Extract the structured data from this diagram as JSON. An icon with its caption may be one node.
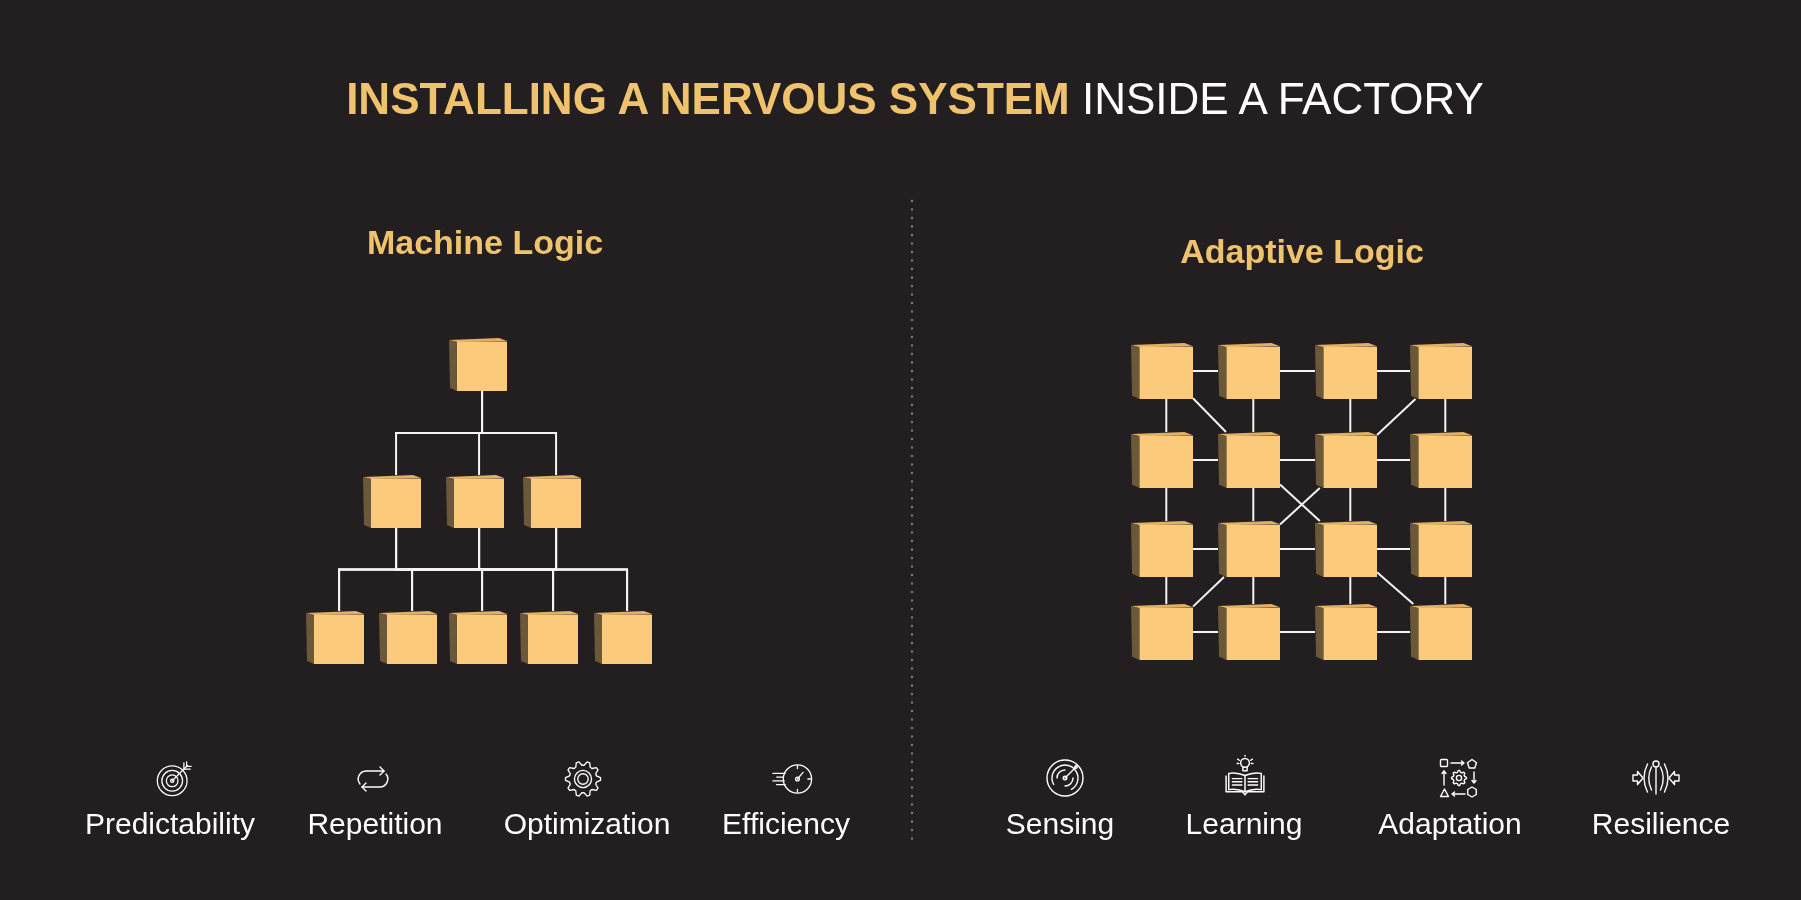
{
  "diagram": {
    "title": "**INSTALLING A NERVOUS SYSTEM** INSIDE A FACTORY",
    "nodes": [
      {
        "text": [],
        "shape": "cube"
      },
      {
        "text": [],
        "shape": "cube"
      },
      {
        "text": [],
        "shape": "cube"
      },
      {
        "text": [],
        "shape": "cube"
      },
      {
        "text": [],
        "shape": "cube"
      },
      {
        "text": [],
        "shape": "cube"
      },
      {
        "text": [],
        "shape": "cube"
      },
      {
        "text": [],
        "shape": "cube"
      },
      {
        "text": [],
        "shape": "cube"
      },
      {
        "text": [],
        "shape": "cube"
      },
      {
        "text": [],
        "shape": "cube"
      },
      {
        "text": [],
        "shape": "cube"
      },
      {
        "text": [],
        "shape": "cube"
      },
      {
        "text": [],
        "shape": "cube"
      },
      {
        "text": [],
        "shape": "cube"
      },
      {
        "text": [],
        "shape": "cube"
      },
      {
        "text": [],
        "shape": "cube"
      },
      {
        "text": [],
        "shape": "cube"
      },
      {
        "text": [],
        "shape": "cube"
      },
      {
        "text": [],
        "shape": "cube"
      },
      {
        "text": [],
        "shape": "cube"
      },
      {
        "text": [],
        "shape": "cube"
      },
      {
        "text": [],
        "shape": "cube"
      },
      {
        "text": [],
        "shape": "cube"
      },
      {
        "text": [],
        "shape": "cube"
      }
    ],
    "edges": [
      {
        "from": 0,
        "to": 1,
        "arrow": "none"
      },
      {
        "from": 0,
        "to": 2,
        "arrow": "none"
      },
      {
        "from": 0,
        "to": 3,
        "arrow": "none"
      },
      {
        "from": 1,
        "to": 4,
        "arrow": "none"
      },
      {
        "from": 1,
        "to": 5,
        "arrow": "none"
      },
      {
        "from": 1,
        "to": 6,
        "arrow": "none"
      },
      {
        "from": 1,
        "to": 7,
        "arrow": "none"
      },
      {
        "from": 1,
        "to": 8,
        "arrow": "none"
      },
      {
        "from": 2,
        "to": 4,
        "arrow": "none"
      },
      {
        "from": 2,
        "to": 5,
        "arrow": "none"
      },
      {
        "from": 2,
        "to": 6,
        "arrow": "none"
      },
      {
        "from": 2,
        "to": 7,
        "arrow": "none"
      },
      {
        "from": 2,
        "to": 8,
        "arrow": "none"
      },
      {
        "from": 3,
        "to": 4,
        "arrow": "none"
      },
      {
        "from": 3,
        "to": 5,
        "arrow": "none"
      },
      {
        "from": 3,
        "to": 6,
        "arrow": "none"
      },
      {
        "from": 3,
        "to": 7,
        "arrow": "none"
      },
      {
        "from": 3,
        "to": 8,
        "arrow": "none"
      },
      {
        "from": 9,
        "to": 10,
        "arrow": "none"
      },
      {
        "from": 10,
        "to": 11,
        "arrow": "none"
      },
      {
        "from": 11,
        "to": 12,
        "arrow": "none"
      },
      {
        "from": 13,
        "to": 14,
        "arrow": "none"
      },
      {
        "from": 14,
        "to": 15,
        "arrow": "none"
      },
      {
        "from": 15,
        "to": 16,
        "arrow": "none"
      },
      {
        "from": 17,
        "to": 18,
        "arrow": "none"
      },
      {
        "from": 18,
        "to": 19,
        "arrow": "none"
      },
      {
        "from": 19,
        "to": 20,
        "arrow": "none"
      },
      {
        "from": 21,
        "to": 22,
        "arrow": "none"
      },
      {
        "from": 22,
        "to": 23,
        "arrow": "none"
      },
      {
        "from": 23,
        "to": 24,
        "arrow": "none"
      },
      {
        "from": 9,
        "to": 13,
        "arrow": "none"
      },
      {
        "from": 13,
        "to": 17,
        "arrow": "none"
      },
      {
        "from": 17,
        "to": 21,
        "arrow": "none"
      },
      {
        "from": 10,
        "to": 14,
        "arrow": "none"
      },
      {
        "from": 14,
        "to": 18,
        "arrow": "none"
      },
      {
        "from": 18,
        "to": 22,
        "arrow": "none"
      },
      {
        "from": 11,
        "to": 15,
        "arrow": "none"
      },
      {
        "from": 15,
        "to": 19,
        "arrow": "none"
      },
      {
        "from": 19,
        "to": 23,
        "arrow": "none"
      },
      {
        "from": 12,
        "to": 16,
        "arrow": "none"
      },
      {
        "from": 16,
        "to": 20,
        "arrow": "none"
      },
      {
        "from": 20,
        "to": 24,
        "arrow": "none"
      },
      {
        "from": 9,
        "to": 14,
        "arrow": "none"
      },
      {
        "from": 12,
        "to": 15,
        "arrow": "none"
      },
      {
        "from": 14,
        "to": 19,
        "arrow": "none"
      },
      {
        "from": 15,
        "to": 18,
        "arrow": "none"
      },
      {
        "from": 18,
        "to": 21,
        "arrow": "none"
      },
      {
        "from": 19,
        "to": 24,
        "arrow": "none"
      }
    ],
    "labels": [
      "Machine Logic",
      "Adaptive Logic",
      "Predictability",
      "Repetition",
      "Optimization",
      "Efficiency",
      "Sensing",
      "Learning",
      "Adaptation",
      "Resilience"
    ]
  }
}
